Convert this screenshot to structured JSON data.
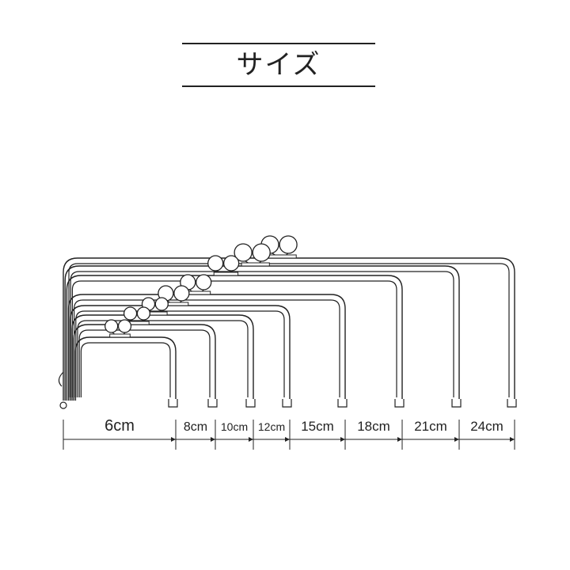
{
  "header": {
    "title": "サイズ"
  },
  "frames": [
    {
      "label": "6cm"
    },
    {
      "label": "8cm"
    },
    {
      "label": "10cm"
    },
    {
      "label": "12cm"
    },
    {
      "label": "15cm"
    },
    {
      "label": "18cm"
    },
    {
      "label": "21cm"
    },
    {
      "label": "24cm"
    }
  ],
  "colors": {
    "line": "#222222",
    "background": "#ffffff"
  }
}
